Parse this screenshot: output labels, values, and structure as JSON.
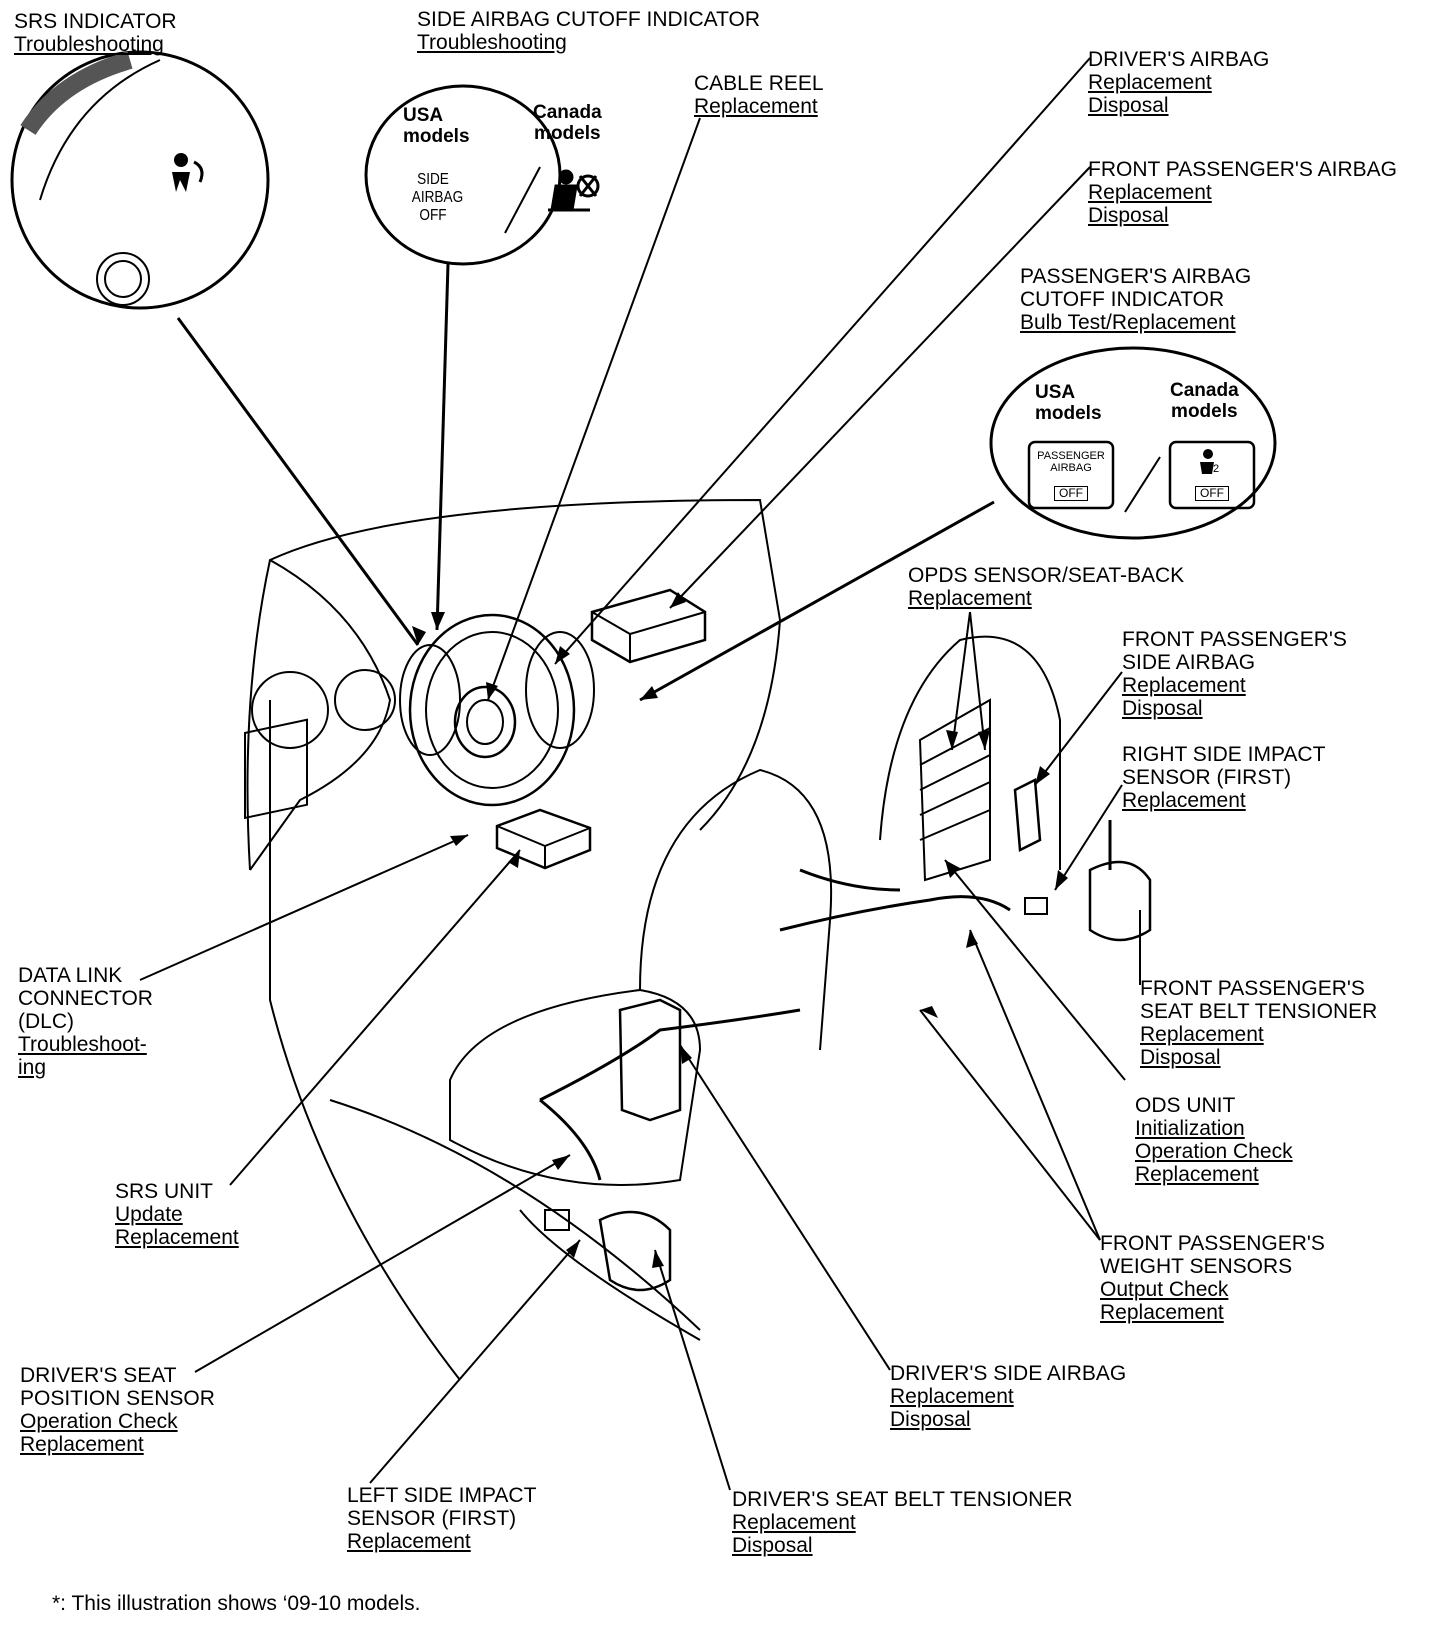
{
  "callouts": {
    "srs_indicator": {
      "title": [
        "SRS INDICATOR"
      ],
      "links": [
        "Troubleshooting"
      ]
    },
    "side_airbag_cutoff": {
      "title": [
        "SIDE AIRBAG CUTOFF INDICATOR"
      ],
      "links": [
        "Troubleshooting"
      ]
    },
    "cable_reel": {
      "title": [
        "CABLE REEL"
      ],
      "links": [
        "Replacement"
      ]
    },
    "drivers_airbag": {
      "title": [
        "DRIVER'S AIRBAG"
      ],
      "links": [
        "Replacement",
        "Disposal"
      ]
    },
    "front_passenger_airbag": {
      "title": [
        "FRONT PASSENGER'S AIRBAG"
      ],
      "links": [
        "Replacement",
        "Disposal"
      ]
    },
    "passenger_airbag_cutoff": {
      "title": [
        "PASSENGER'S AIRBAG",
        "CUTOFF INDICATOR"
      ],
      "links": [
        "Bulb Test/Replacement"
      ]
    },
    "opds_sensor": {
      "title": [
        "OPDS SENSOR/SEAT-BACK"
      ],
      "links": [
        "Replacement"
      ]
    },
    "front_passenger_side_airbag": {
      "title": [
        "FRONT PASSENGER'S",
        "SIDE AIRBAG"
      ],
      "links": [
        "Replacement",
        "Disposal"
      ]
    },
    "right_side_impact": {
      "title": [
        "RIGHT SIDE IMPACT",
        "SENSOR (FIRST)"
      ],
      "links": [
        "Replacement"
      ]
    },
    "front_passenger_tensioner": {
      "title": [
        "FRONT PASSENGER'S",
        "SEAT BELT TENSIONER"
      ],
      "links": [
        "Replacement",
        "Disposal"
      ]
    },
    "ods_unit": {
      "title": [
        "ODS UNIT"
      ],
      "links": [
        "Initialization",
        "Operation Check",
        "Replacement"
      ]
    },
    "weight_sensors": {
      "title": [
        "FRONT PASSENGER'S",
        "WEIGHT SENSORS"
      ],
      "links": [
        "Output Check",
        "Replacement"
      ]
    },
    "dlc": {
      "title": [
        "DATA LINK",
        "CONNECTOR",
        "(DLC)"
      ],
      "links": [
        "Troubleshoot-",
        "ing"
      ]
    },
    "srs_unit": {
      "title": [
        "SRS UNIT"
      ],
      "links": [
        "Update",
        "Replacement"
      ]
    },
    "drivers_seat_position": {
      "title": [
        "DRIVER'S SEAT",
        "POSITION SENSOR"
      ],
      "links": [
        "Operation Check",
        "Replacement"
      ]
    },
    "left_side_impact": {
      "title": [
        "LEFT SIDE IMPACT",
        "SENSOR (FIRST)"
      ],
      "links": [
        "Replacement"
      ]
    },
    "drivers_side_airbag": {
      "title": [
        "DRIVER'S SIDE AIRBAG"
      ],
      "links": [
        "Replacement",
        "Disposal"
      ]
    },
    "drivers_tensioner": {
      "title": [
        "DRIVER'S SEAT BELT TENSIONER"
      ],
      "links": [
        "Replacement",
        "Disposal"
      ]
    }
  },
  "insets": {
    "side_airbag": {
      "usa": "USA\nmodels",
      "canada": "Canada\nmodels",
      "indicator_text": "SIDE\nAIRBAG\nOFF"
    },
    "passenger_airbag": {
      "usa": "USA\nmodels",
      "canada": "Canada\nmodels",
      "indicator_text": "PASSENGER\nAIRBAG",
      "off_label": "OFF",
      "off_label_canada": "OFF",
      "canada_glyph": "2"
    }
  },
  "footnote": "*: This illustration shows ‘09-10 models.",
  "icons": [
    "airbag-person-icon",
    "seatbelt-cutoff-icon",
    "passenger-airbag-icon"
  ]
}
